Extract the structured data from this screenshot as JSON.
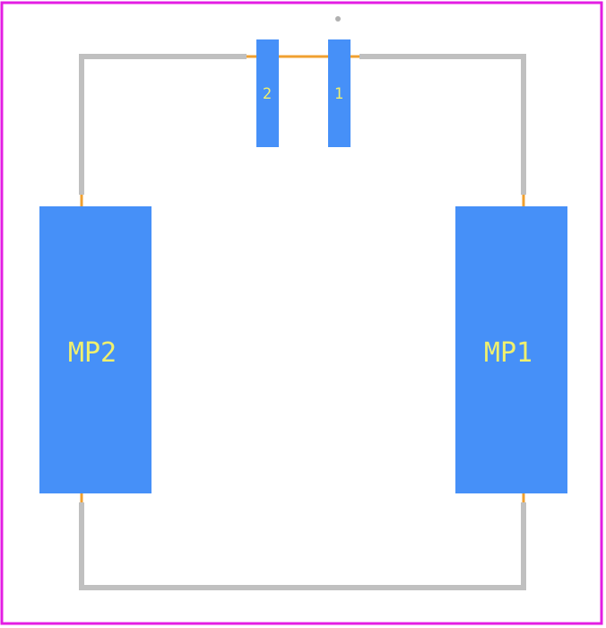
{
  "footprint": {
    "pads": [
      {
        "id": "pad-1",
        "label": "1"
      },
      {
        "id": "pad-2",
        "label": "2"
      },
      {
        "id": "pad-mp1",
        "label": "MP1"
      },
      {
        "id": "pad-mp2",
        "label": "MP2"
      }
    ]
  },
  "colors": {
    "courtyard": "#e31ee3",
    "silkscreen": "#c0c0c0",
    "pad": "#4690f8",
    "pad_label": "#f0f06e",
    "fab_outline": "#f0a030",
    "origin_marker": "#b0b0b0"
  }
}
